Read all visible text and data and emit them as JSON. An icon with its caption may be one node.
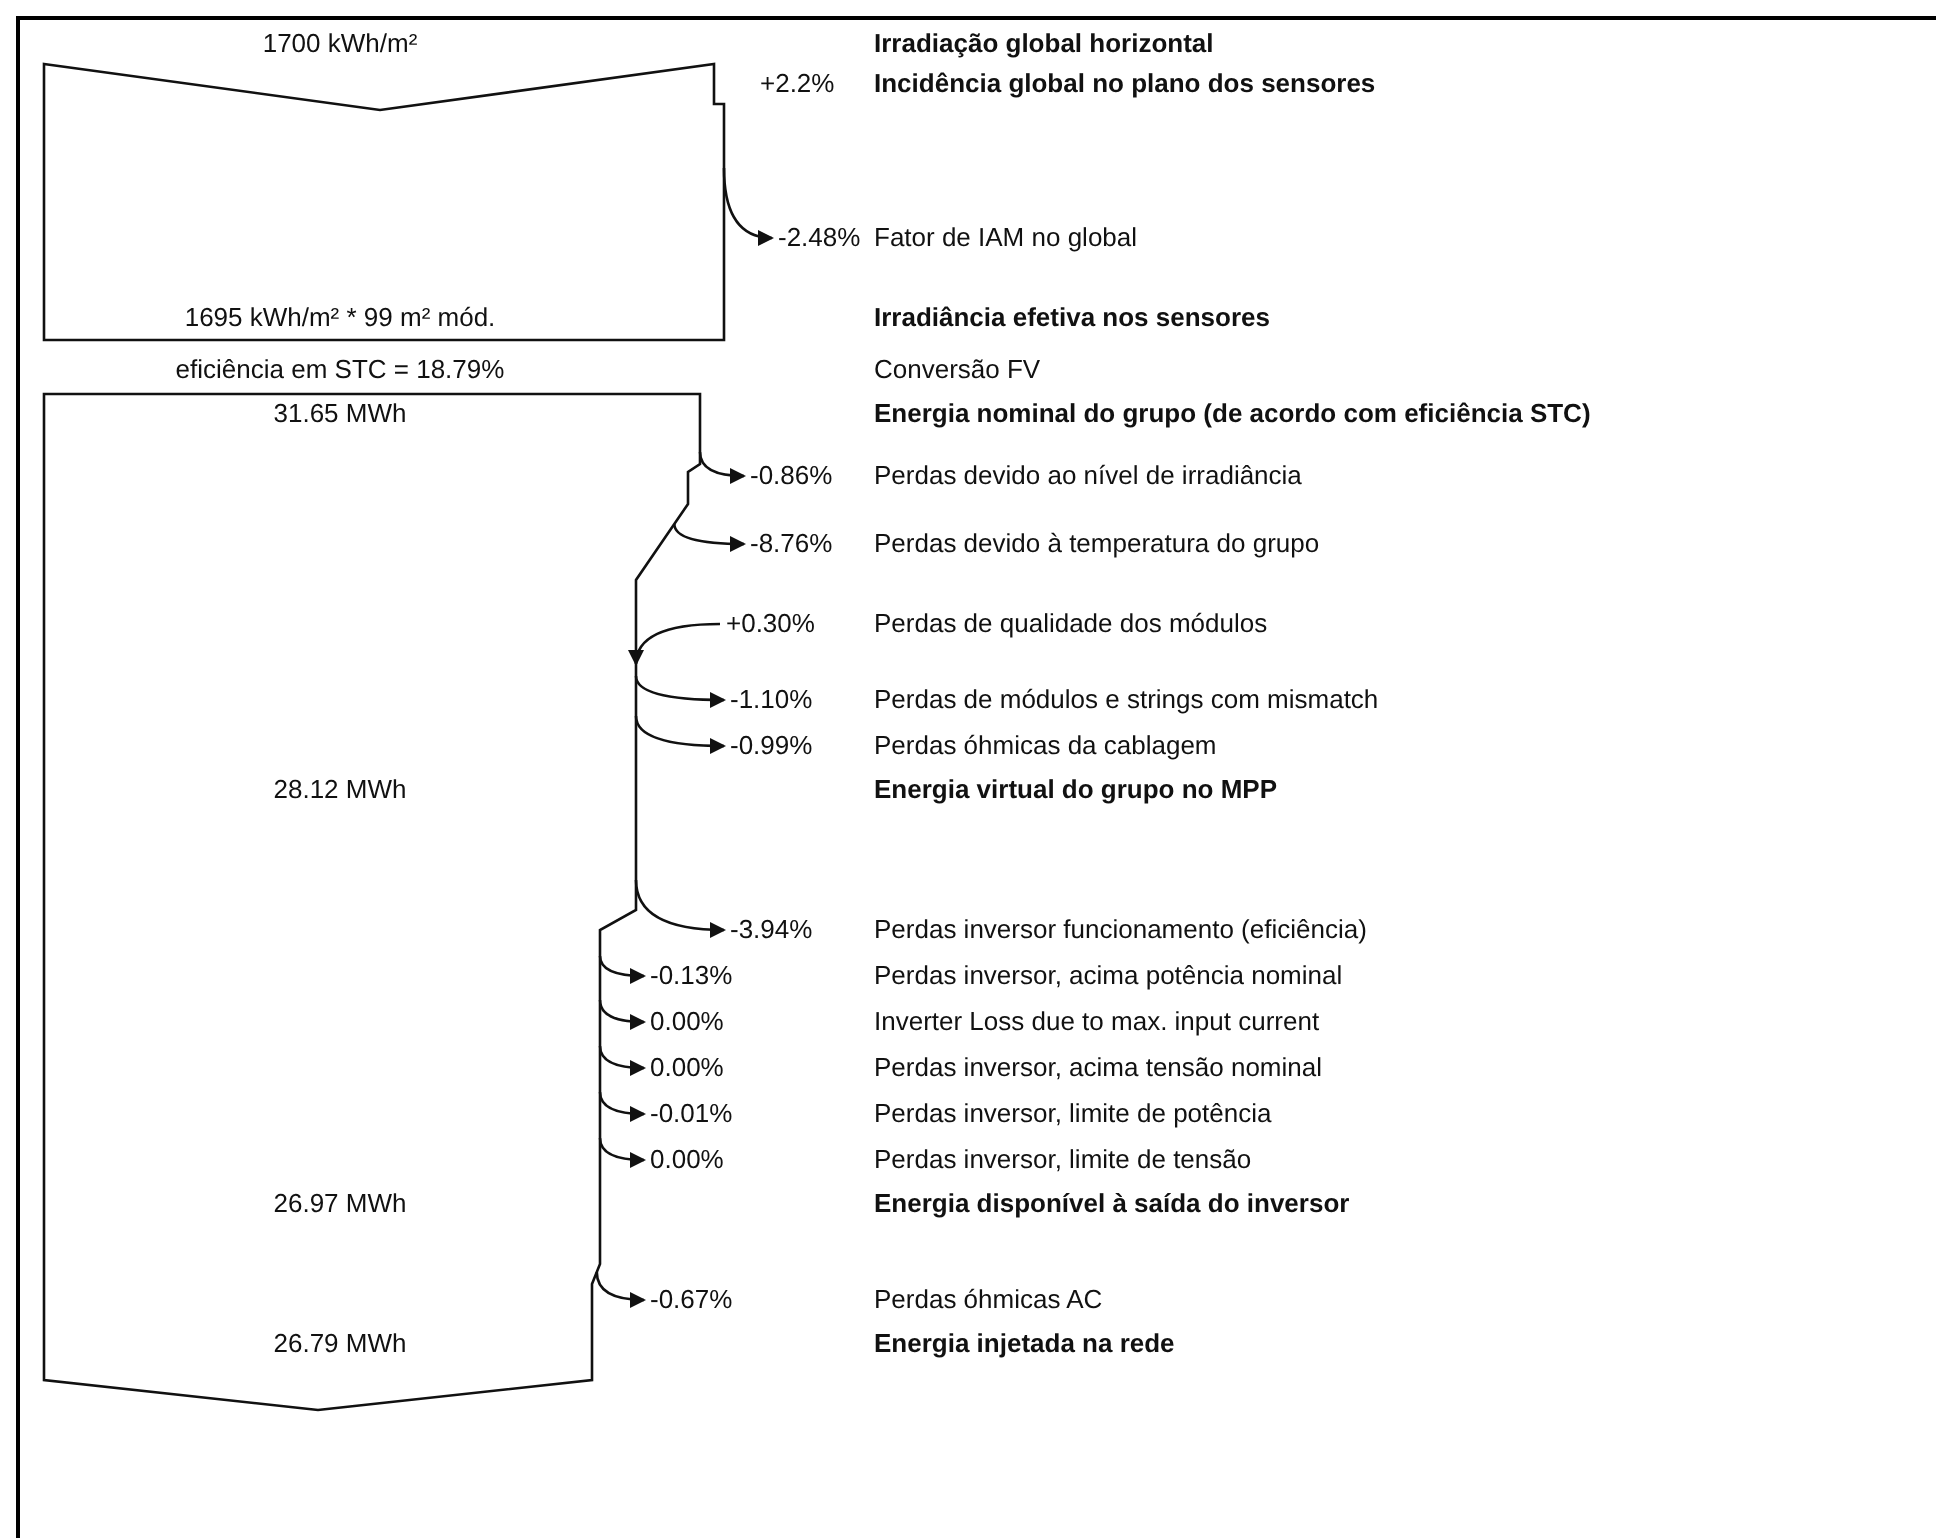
{
  "diagram": {
    "nodes": [
      {
        "text": [
          "1700 kWh/m²",
          "1695 kWh/m² * 99 m² mód."
        ]
      },
      {
        "text": [
          "31.65 MWh",
          "28.12 MWh",
          "26.97 MWh",
          "26.79 MWh"
        ]
      }
    ],
    "edges": [
      {
        "from": 0,
        "to": null,
        "arrow": "to",
        "label": "-2.48%"
      },
      {
        "from": 1,
        "to": null,
        "arrow": "to",
        "label": "-0.86%"
      },
      {
        "from": 1,
        "to": null,
        "arrow": "to",
        "label": "-8.76%"
      },
      {
        "from": null,
        "to": 1,
        "arrow": "to",
        "label": "+0.30%"
      },
      {
        "from": 1,
        "to": null,
        "arrow": "to",
        "label": "-1.10%"
      },
      {
        "from": 1,
        "to": null,
        "arrow": "to",
        "label": "-0.99%"
      },
      {
        "from": 1,
        "to": null,
        "arrow": "to",
        "label": "-3.94%"
      },
      {
        "from": 1,
        "to": null,
        "arrow": "to",
        "label": "-0.13%"
      },
      {
        "from": 1,
        "to": null,
        "arrow": "to",
        "label": "0.00%"
      },
      {
        "from": 1,
        "to": null,
        "arrow": "to",
        "label": "0.00%"
      },
      {
        "from": 1,
        "to": null,
        "arrow": "to",
        "label": "-0.01%"
      },
      {
        "from": 1,
        "to": null,
        "arrow": "to",
        "label": "0.00%"
      },
      {
        "from": 1,
        "to": null,
        "arrow": "to",
        "label": "-0.67%"
      }
    ],
    "labels": [
      "Irradiação global horizontal",
      "+2.2%",
      "Incidência global no plano dos sensores",
      "Fator de IAM no global",
      "Irradiância efetiva nos sensores",
      "eficiência em STC = 18.79%",
      "Conversão FV",
      "Energia nominal do grupo (de acordo com eficiência STC)",
      "Perdas devido ao nível de irradiância",
      "Perdas devido à temperatura do grupo",
      "Perdas de qualidade dos módulos",
      "Perdas de módulos e strings com mismatch",
      "Perdas óhmicas da cablagem",
      "Energia virtual do grupo no MPP",
      "Perdas inversor funcionamento (eficiência)",
      "Perdas inversor, acima potência nominal",
      "Inverter Loss due to max. input current",
      "Perdas inversor, acima tensão nominal",
      "Perdas inversor, limite de potência",
      "Perdas inversor, limite de tensão",
      "Energia disponível à saída do inversor",
      "Perdas óhmicas AC",
      "Energia injetada na rede"
    ]
  }
}
